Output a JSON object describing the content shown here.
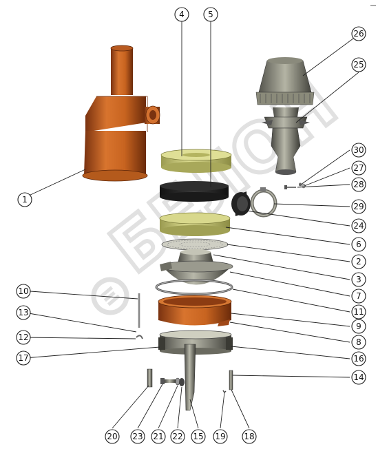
{
  "diagram": {
    "watermark_text": "БЕЛОН",
    "colors": {
      "housing": "#c0601e",
      "filter_yellow": "#cfd07a",
      "dark": "#2a2a2a",
      "metal": "#8a8a80"
    },
    "callouts": [
      "1",
      "2",
      "3",
      "4",
      "5",
      "6",
      "7",
      "8",
      "9",
      "10",
      "11",
      "12",
      "13",
      "14",
      "15",
      "16",
      "17",
      "18",
      "19",
      "20",
      "21",
      "22",
      "23",
      "24",
      "25",
      "26",
      "27",
      "28",
      "29",
      "30"
    ]
  }
}
